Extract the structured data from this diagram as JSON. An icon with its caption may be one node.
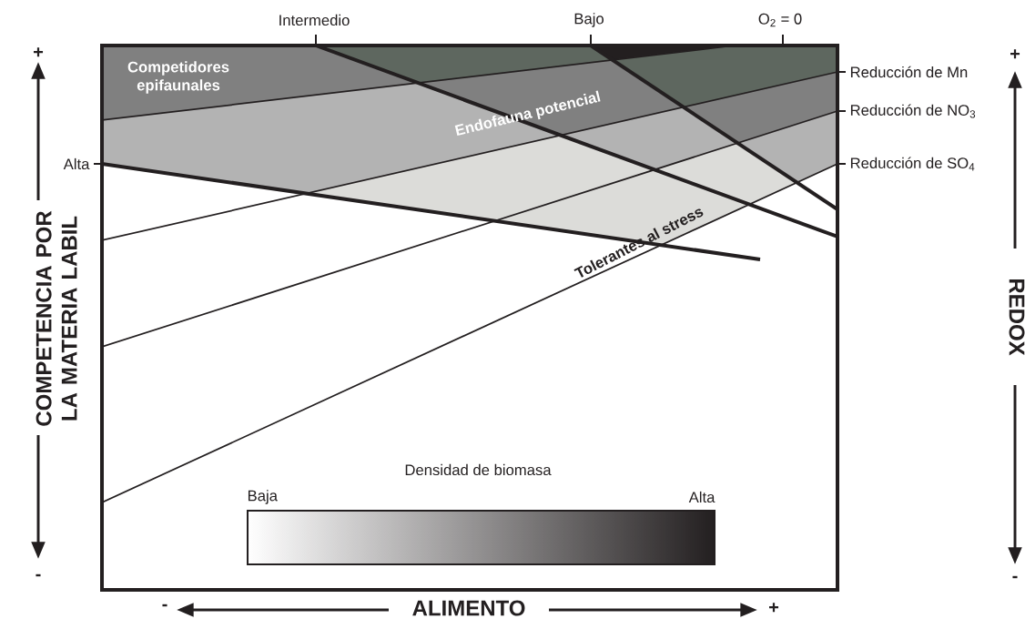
{
  "diagram": {
    "labels": [
      "Intermedio",
      "Bajo",
      "O$_{2}$ = 0",
      "+",
      "+",
      "Competidores epifaunales",
      "Reducción de Mn",
      "Endofauna potencial",
      "Reducción de NO$_{3}$",
      "Alta",
      "Reducción de SO$_{4}$",
      "Tolerantes al stress",
      "COMPETENCIA POR LA MATERIA LABIL",
      "REDOX",
      "Densidad de biomasa",
      "Baja",
      "Alta",
      "-",
      "-",
      "-",
      "ALIMENTO",
      "+"
    ]
  }
}
